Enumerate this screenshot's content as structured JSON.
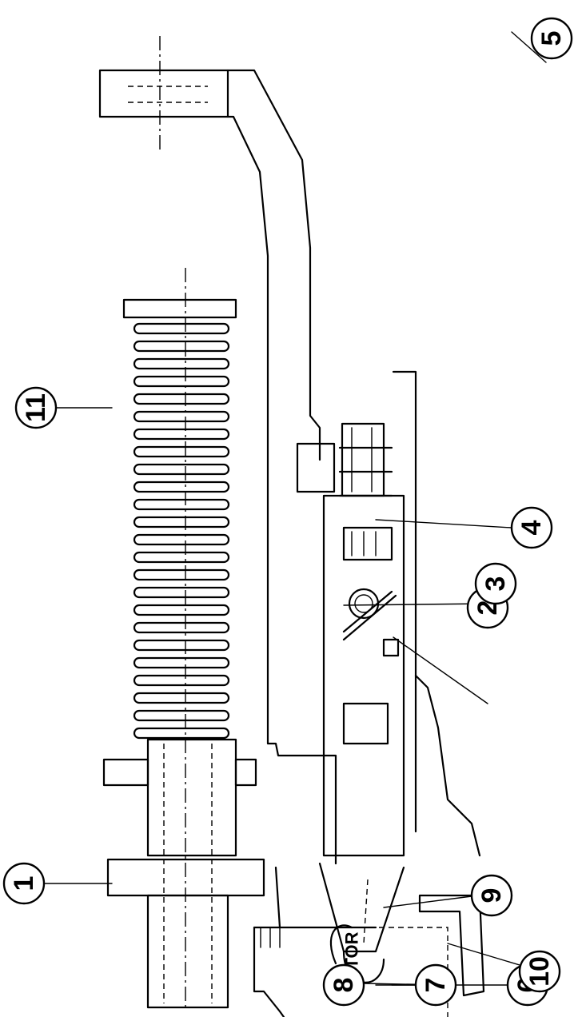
{
  "diagram": {
    "rotor_label": "ROTOR",
    "callouts": [
      {
        "id": "c1",
        "label": "1"
      },
      {
        "id": "c2",
        "label": "2"
      },
      {
        "id": "c3",
        "label": "3"
      },
      {
        "id": "c4",
        "label": "4"
      },
      {
        "id": "c5",
        "label": "5"
      },
      {
        "id": "c6",
        "label": "6"
      },
      {
        "id": "c7",
        "label": "7"
      },
      {
        "id": "c8",
        "label": "8"
      },
      {
        "id": "c9",
        "label": "9"
      },
      {
        "id": "c10",
        "label": "10"
      },
      {
        "id": "c11",
        "label": "11"
      }
    ]
  }
}
